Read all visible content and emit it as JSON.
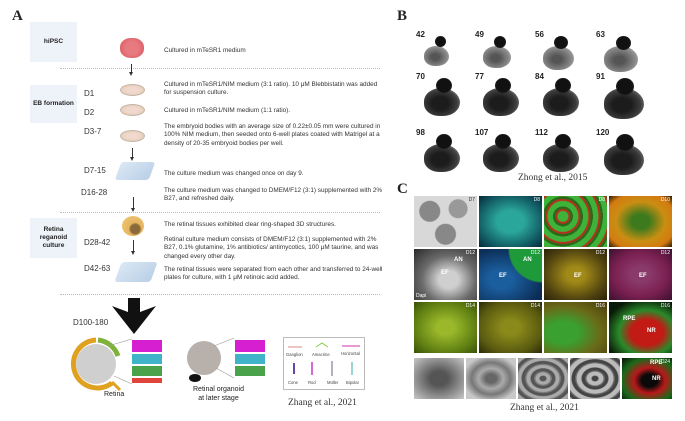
{
  "panel_a": {
    "label": "A",
    "stages": [
      "hiPSC",
      "EB formation",
      "Retina reganoid culture"
    ],
    "steps": [
      {
        "day": "",
        "text": "Cultured in mTeSR1 medium"
      },
      {
        "day": "D1",
        "text": "Cultured in mTeSR1/NIM medium (3:1 ratio). 10 μM Blebbistatin was added for suspension culture."
      },
      {
        "day": "D2",
        "text": "Cultured in mTeSR1/NIM medium (1:1 ratio)."
      },
      {
        "day": "D3-7",
        "text": "The embryoid bodies with an average size of 0.22±0.05 mm were cultured in 100% NIM medium, then seeded onto 6-well plates coated with Matrigel at a density of 20-35 embryoid bodies per well."
      },
      {
        "day": "D7-15",
        "text": "The culture medium was changed once on day 9."
      },
      {
        "day": "D16-28",
        "text": "The culture medium was changed to DMEM/F12 (3:1) supplemented with 2% B27, and refreshed daily."
      },
      {
        "day": "",
        "text": "The retinal tissues exhibited clear ring-shaped 3D structures."
      },
      {
        "day": "D28-42",
        "text": "Retinal culture medium consists of DMEM/F12 (3:1) supplemented with 2% B27, 0.1% glutamine, 1% antibiotics/ antimycotics, 100 μM taurine, and was changed every other day."
      },
      {
        "day": "D42-63",
        "text": "The retinal tissues were separated from each other and transferred to 24-well plates for culture, with 1 μM retinoic acid added."
      }
    ],
    "final_day": "D100-180",
    "retina_label": "Retina",
    "organoid_label_1": "Retinal organoid",
    "organoid_label_2": "at later stage",
    "legend": [
      "Ganglion",
      "Amacrine",
      "Horizontal",
      "Cone",
      "Rod",
      "Müller",
      "Bipolar"
    ],
    "citation": "Zhang et al., 2021"
  },
  "panel_b": {
    "label": "B",
    "days": [
      "42",
      "49",
      "56",
      "63",
      "70",
      "77",
      "84",
      "91",
      "98",
      "107",
      "112",
      "120"
    ],
    "citation": "Zhong et al., 2015"
  },
  "panel_c": {
    "label": "C",
    "day_tags": [
      "D7",
      "D8",
      "D8",
      "D10",
      "D12",
      "D12",
      "D12",
      "D12",
      "D14",
      "D14",
      "D16",
      "D16",
      "D24"
    ],
    "annotations": {
      "an": "AN",
      "ef": "EF",
      "dapi": "Dapi",
      "rpe": "RPE",
      "nr": "NR"
    },
    "citation": "Zhang et al., 2021"
  }
}
